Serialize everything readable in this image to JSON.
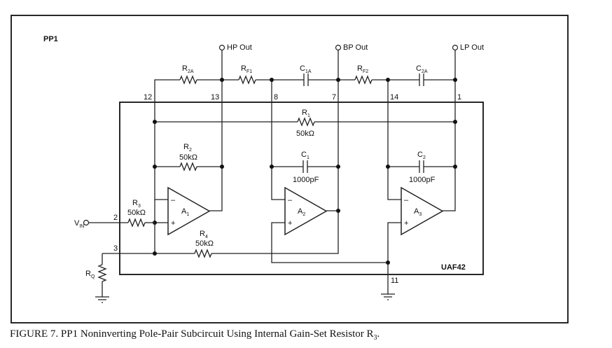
{
  "figure": {
    "panel_label": "PP1",
    "chip_label": "UAF42",
    "caption_prefix": "FIGURE 7. PP1 Noninverting Pole-Pair Subcircuit Using Internal Gain-Set Resistor R",
    "caption_sub": "3",
    "caption_suffix": "."
  },
  "outputs": {
    "hp": "HP Out",
    "bp": "BP Out",
    "lp": "LP Out"
  },
  "input": {
    "main": "V",
    "sub": "IN"
  },
  "pins": {
    "p12": "12",
    "p13": "13",
    "p8": "8",
    "p7": "7",
    "p14": "14",
    "p1": "1",
    "p2": "2",
    "p3": "3",
    "p11": "11"
  },
  "components": {
    "r2a": {
      "main": "R",
      "sub": "2A"
    },
    "rf1": {
      "main": "R",
      "sub": "F1"
    },
    "c1a": {
      "main": "C",
      "sub": "1A"
    },
    "rf2": {
      "main": "R",
      "sub": "F2"
    },
    "c2a": {
      "main": "C",
      "sub": "2A"
    },
    "r1": {
      "main": "R",
      "sub": "1",
      "value": "50kΩ"
    },
    "r2": {
      "main": "R",
      "sub": "2",
      "value": "50kΩ"
    },
    "r3": {
      "main": "R",
      "sub": "3",
      "value": "50kΩ"
    },
    "r4": {
      "main": "R",
      "sub": "4",
      "value": "50kΩ"
    },
    "c1": {
      "main": "C",
      "sub": "1",
      "value": "1000pF"
    },
    "c2": {
      "main": "C",
      "sub": "2",
      "value": "1000pF"
    },
    "rq": {
      "main": "R",
      "sub": "Q"
    }
  },
  "amplifiers": {
    "a1": {
      "main": "A",
      "sub": "1"
    },
    "a2": {
      "main": "A",
      "sub": "2"
    },
    "a3": {
      "main": "A",
      "sub": "3"
    }
  },
  "opamp_signs": {
    "minus": "–",
    "plus": "+"
  }
}
